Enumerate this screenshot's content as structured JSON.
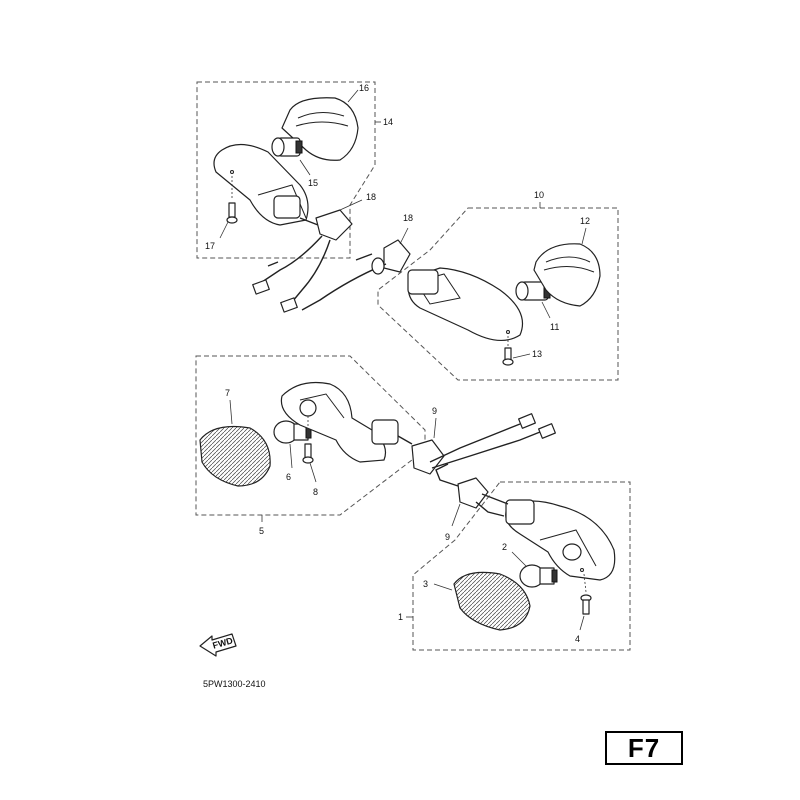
{
  "diagram": {
    "callouts": {
      "c1": "1",
      "c2": "2",
      "c3": "3",
      "c4": "4",
      "c5": "5",
      "c6": "6",
      "c7": "7",
      "c8": "8",
      "c9a": "9",
      "c9b": "9",
      "c10": "10",
      "c11": "11",
      "c12": "12",
      "c13": "13",
      "c14": "14",
      "c15": "15",
      "c16": "16",
      "c17": "17",
      "c18a": "18",
      "c18b": "18"
    },
    "fwd_label": "FWD",
    "drawing_code": "5PW1300-2410",
    "page_tag": "F7"
  }
}
